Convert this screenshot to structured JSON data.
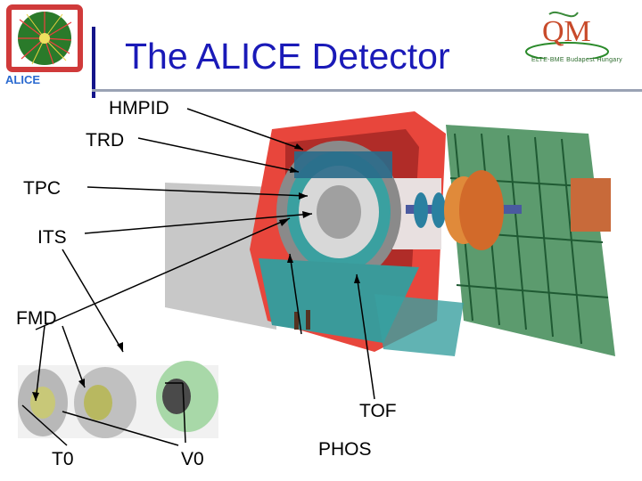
{
  "title": "The ALICE Detector",
  "logos": {
    "left": {
      "text": "ALICE",
      "icon": "alice-event-logo-icon"
    },
    "right": {
      "text": "QM",
      "subtext": "ELTE-BME Budapest Hungary",
      "icon": "quark-matter-logo-icon"
    }
  },
  "labels": {
    "hmpid": "HMPID",
    "trd": "TRD",
    "tpc": "TPC",
    "its": "ITS",
    "fmd": "FMD",
    "tof": "TOF",
    "t0": "T0",
    "v0": "V0",
    "phos": "PHOS"
  },
  "colors": {
    "title": "#1a1ab8",
    "magnet": "#e8463c",
    "detector_teal": "#3aa0a0",
    "frame_green": "#2f7a4a",
    "absorber_orange": "#d26a2a"
  }
}
